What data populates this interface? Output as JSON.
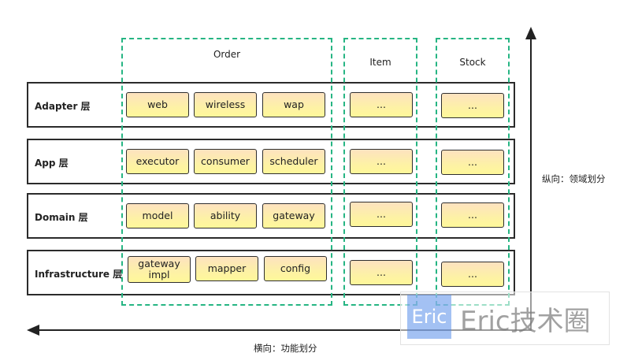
{
  "modules": {
    "order": "Order",
    "item": "Item",
    "stock": "Stock"
  },
  "layers": {
    "adapter": {
      "label": "Adapter 层",
      "order": [
        "web",
        "wireless",
        "wap"
      ],
      "item": "...",
      "stock": "..."
    },
    "app": {
      "label": "App 层",
      "order": [
        "executor",
        "consumer",
        "scheduler"
      ],
      "item": "...",
      "stock": "..."
    },
    "domain": {
      "label": "Domain 层",
      "order": [
        "model",
        "ability",
        "gateway"
      ],
      "item": "...",
      "stock": "..."
    },
    "infrastructure": {
      "label": "Infrastructure 层",
      "order": [
        "gateway impl",
        "mapper",
        "config"
      ],
      "item": "...",
      "stock": "..."
    }
  },
  "axes": {
    "vertical": "纵向：领域划分",
    "horizontal": "横向：功能划分"
  },
  "watermark": {
    "logo": "Eric",
    "text": "Eric技术圈"
  },
  "colors": {
    "module_border": "#26b583",
    "layer_border": "#2b2b2b",
    "box_fill_top": "#fde2c0",
    "box_fill_bottom": "#fff89a"
  }
}
